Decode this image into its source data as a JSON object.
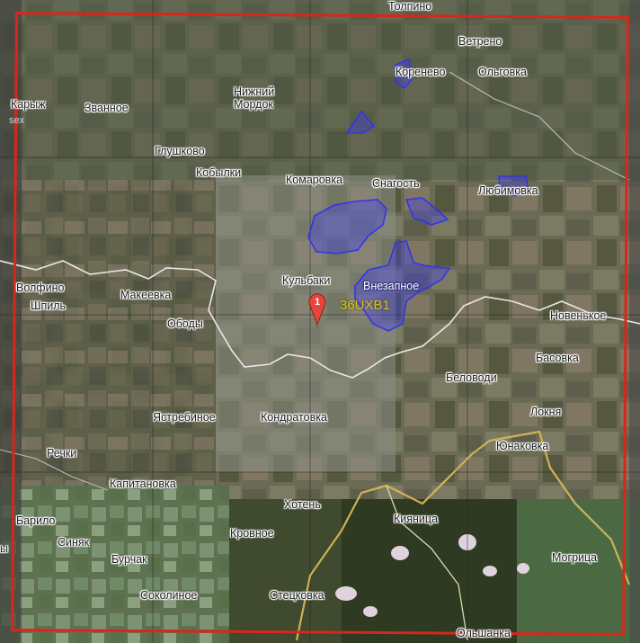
{
  "map": {
    "tile_label": "36UXB1",
    "marker_number": "1",
    "frame_color": "#d9261c",
    "polygon_color": "#3a3aff",
    "road_color": "#f2d16b",
    "border_color": "#e8e8e8",
    "marker_color": "#e5463b",
    "marker_icon": "map-pin-icon",
    "places": [
      {
        "id": "tolpino",
        "name": "Толпино"
      },
      {
        "id": "vetreno",
        "name": "Ветрено"
      },
      {
        "id": "korenevo",
        "name": "Коренево"
      },
      {
        "id": "olgovka",
        "name": "Ольговка"
      },
      {
        "id": "karyzh",
        "name": "Карыж"
      },
      {
        "id": "zvannoe",
        "name": "Званное"
      },
      {
        "id": "nizhniy",
        "name": "Нижний"
      },
      {
        "id": "mordok",
        "name": "Мордок"
      },
      {
        "id": "glushkovo",
        "name": "Глушково"
      },
      {
        "id": "kobylki",
        "name": "Кобылки"
      },
      {
        "id": "komarovka",
        "name": "Комаровка"
      },
      {
        "id": "snagost",
        "name": "Снагость"
      },
      {
        "id": "lyubimovka",
        "name": "Любимовка"
      },
      {
        "id": "volfino",
        "name": "Волфино"
      },
      {
        "id": "shpil",
        "name": "Шпиль"
      },
      {
        "id": "makeevka",
        "name": "Макеевка"
      },
      {
        "id": "kulbaki",
        "name": "Кульбаки"
      },
      {
        "id": "vnezapnoe",
        "name": "Внезапное"
      },
      {
        "id": "novenkoe",
        "name": "Новенькое"
      },
      {
        "id": "obody",
        "name": "Ободы"
      },
      {
        "id": "basovka",
        "name": "Басовка"
      },
      {
        "id": "belovody",
        "name": "Беловоди"
      },
      {
        "id": "lokhnya",
        "name": "Локня"
      },
      {
        "id": "yastrebinoe",
        "name": "Ястребиное"
      },
      {
        "id": "kondratovka",
        "name": "Кондратовка"
      },
      {
        "id": "yunakovka",
        "name": "Юнаковка"
      },
      {
        "id": "rechki",
        "name": "Речки"
      },
      {
        "id": "kapitanovka",
        "name": "Капитановка"
      },
      {
        "id": "khoten",
        "name": "Хотень"
      },
      {
        "id": "barilo",
        "name": "Барило"
      },
      {
        "id": "kiyanitsa",
        "name": "Кияница"
      },
      {
        "id": "sinyak",
        "name": "Синяк"
      },
      {
        "id": "krovnoe",
        "name": "Кровное"
      },
      {
        "id": "burchak",
        "name": "Бурчак"
      },
      {
        "id": "mogritsa",
        "name": "Могрица"
      },
      {
        "id": "sokolinoe",
        "name": "Соколиное"
      },
      {
        "id": "stetskovka",
        "name": "Стецковка"
      },
      {
        "id": "olshanka",
        "name": "Ольшанка"
      },
      {
        "id": "sumy_fragment",
        "name": "Сумы",
        "partial": "ы"
      },
      {
        "id": "sumy_fragment2",
        "name": "sex",
        "partial": "sex"
      }
    ]
  }
}
